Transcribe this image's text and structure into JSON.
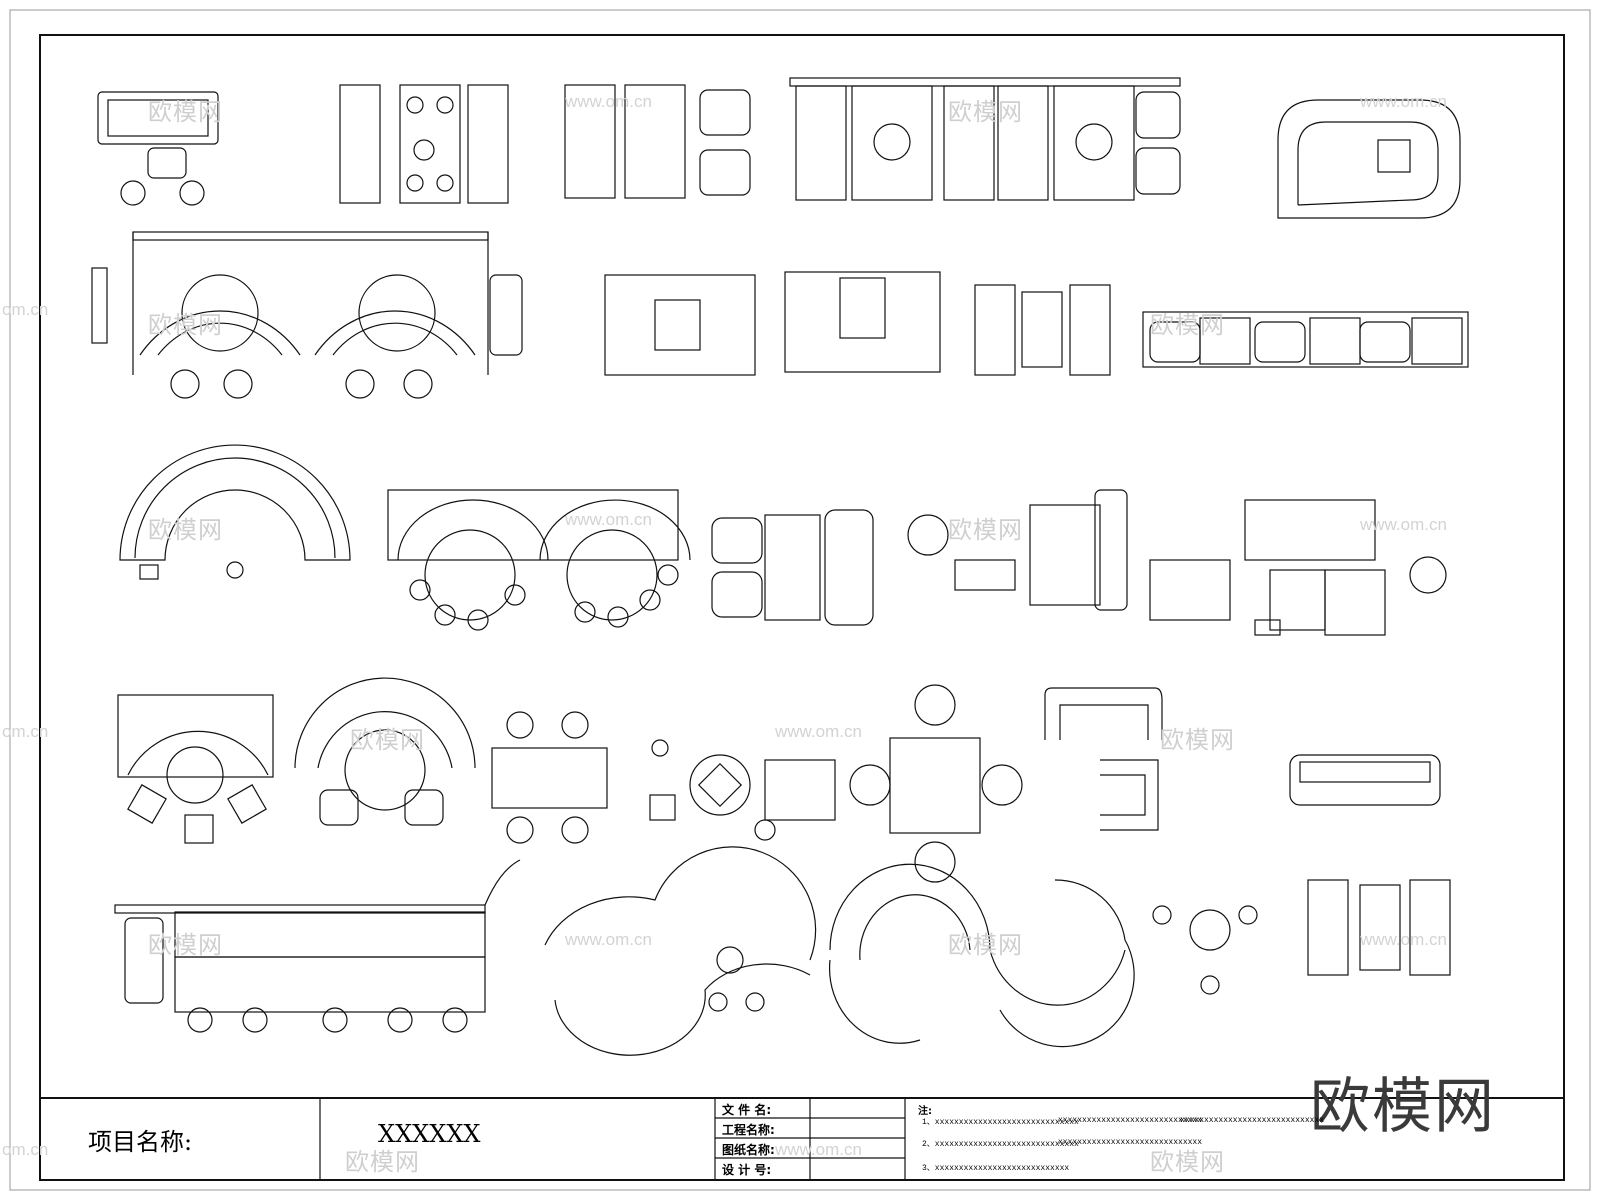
{
  "title_block": {
    "project_label": "项目名称:",
    "project_value": "XXXXXX",
    "file_name_label": "文 件 名:",
    "project_name_label": "工程名称:",
    "drawing_name_label": "图纸名称:",
    "design_no_label": "设 计 号:",
    "notes_label": "注:",
    "notes": [
      "1、xxxxxxxxxxxxxxxxxxxxxxxxxxxxxx",
      "xxxxxxxxxxxxxxxxxxxxxxxxxxxxxx",
      "xxxxxxxxxxxxxxxxxxxxxxxxxxxxxx",
      "2、xxxxxxxxxxxxxxxxxxxxxxxxxxxxxx",
      "xxxxxxxxxxxxxxxxxxxxxxxxxxxxxx",
      "3、xxxxxxxxxxxxxxxxxxxxxxxxxxxx"
    ]
  },
  "watermark": {
    "brand": "欧模网",
    "url": "www.om.cn",
    "url_short": "om.cn"
  }
}
